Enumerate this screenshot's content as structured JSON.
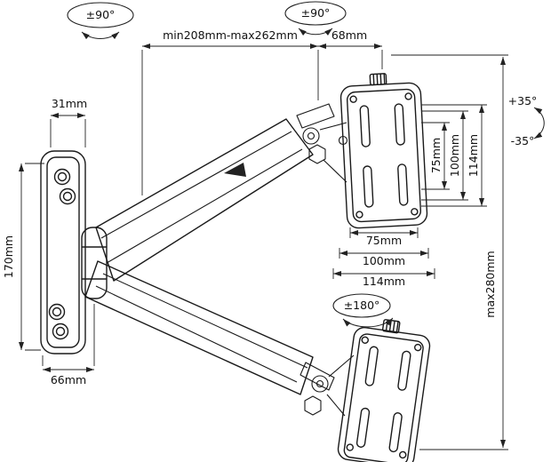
{
  "colors": {
    "line": "#1a1a1a",
    "background": "#ffffff"
  },
  "labels": {
    "swivel_left": "±90°",
    "swivel_right": "±90°",
    "arm_extension": "min208mm-max262mm",
    "plate_depth": "68mm",
    "bracket_depth": "31mm",
    "bracket_height": "170mm",
    "bracket_width": "66mm",
    "vesa_v_75": "75mm",
    "vesa_v_100": "100mm",
    "vesa_v_114": "114mm",
    "vesa_h_75": "75mm",
    "vesa_h_100": "100mm",
    "vesa_h_114": "114mm",
    "tilt_up": "+35°",
    "tilt_down": "-35°",
    "height_range": "max280mm",
    "rotation_range": "±180°"
  }
}
